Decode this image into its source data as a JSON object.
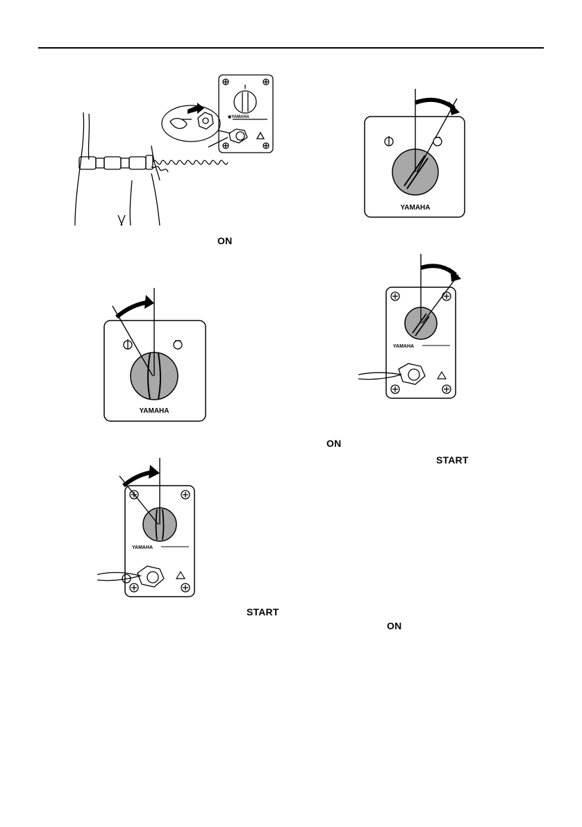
{
  "labels": {
    "on_1": "ON",
    "on_2": "ON",
    "start_1": "START",
    "start_2": "START",
    "on_3": "ON"
  },
  "brand": {
    "large": "YAMAHA",
    "small": "YAMAHA"
  },
  "colors": {
    "ink": "#000000",
    "knob_gray": "#a8a8a8",
    "paper": "#ffffff"
  }
}
